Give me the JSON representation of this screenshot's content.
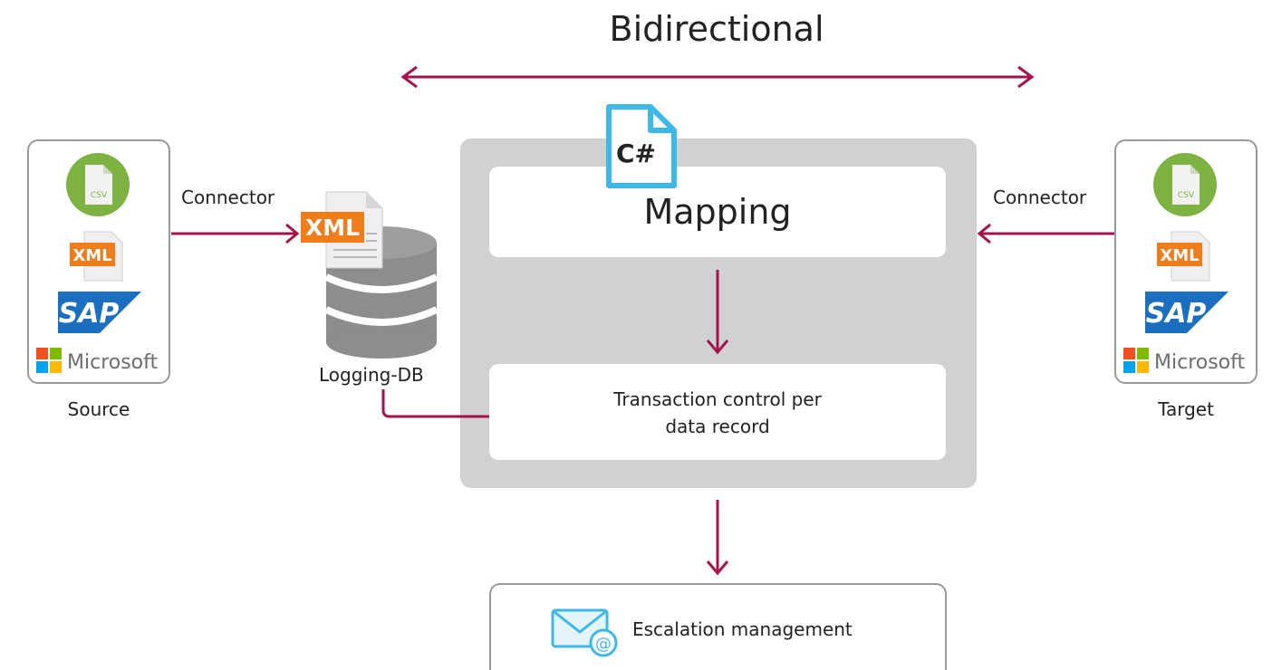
{
  "title": "Bidirectional",
  "source": {
    "caption": "Source",
    "connector_label": "Connector",
    "icons": {
      "csv": "CSV",
      "xml": "XML",
      "sap": "SAP",
      "microsoft": "Microsoft"
    }
  },
  "target": {
    "caption": "Target",
    "connector_label": "Connector",
    "icons": {
      "csv": "CSV",
      "xml": "XML",
      "sap": "SAP",
      "microsoft": "Microsoft"
    }
  },
  "logging": {
    "caption": "Logging-DB",
    "xml_badge": "XML"
  },
  "engine": {
    "csharp_badge": "C#",
    "mapping_label": "Mapping",
    "transaction_label_line1": "Transaction control per",
    "transaction_label_line2": "data record"
  },
  "escalation": {
    "label": "Escalation management"
  },
  "colors": {
    "arrow": "#a3144d",
    "engine_bg": "#d0d1d3",
    "csv_green": "#7cb342",
    "xml_orange": "#f07c1b",
    "sap_blue": "#1a6fc0",
    "csharp_blue": "#3db8e8",
    "db_gray": "#8d8d8d"
  }
}
